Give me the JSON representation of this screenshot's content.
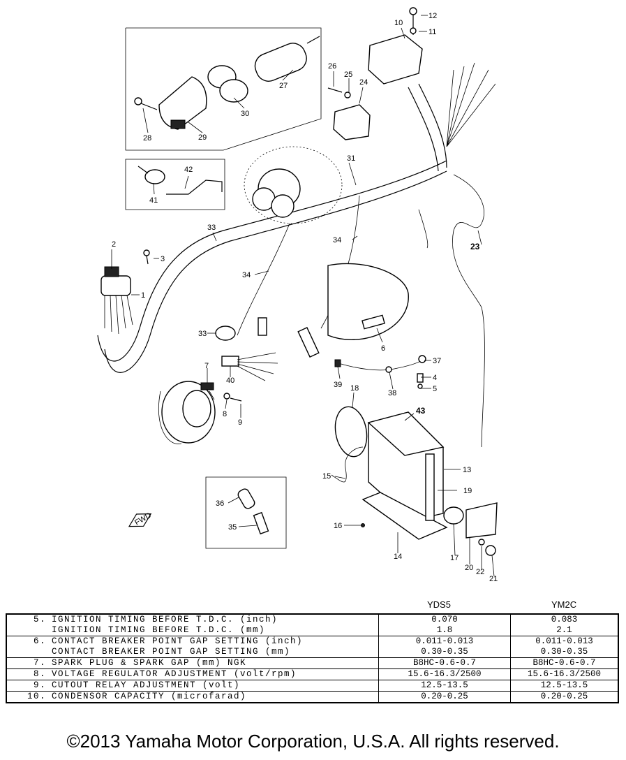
{
  "diagram": {
    "part_numbers": [
      "1",
      "2",
      "3",
      "4",
      "5",
      "6",
      "7",
      "8",
      "9",
      "10",
      "11",
      "12",
      "13",
      "14",
      "15",
      "16",
      "17",
      "18",
      "19",
      "20",
      "21",
      "22",
      "23",
      "24",
      "25",
      "26",
      "27",
      "28",
      "29",
      "30",
      "31",
      "33",
      "34",
      "34",
      "35",
      "36",
      "37",
      "38",
      "39",
      "40",
      "41",
      "42",
      "43"
    ],
    "fwd_mark": "FWD"
  },
  "table": {
    "columns": [
      "YDS5",
      "YM2C"
    ],
    "rows": [
      {
        "num": "5.",
        "name": "IGNITION TIMING BEFORE T.D.C. (inch)",
        "yds5": "0.070",
        "ym2c": "0.083"
      },
      {
        "num": "",
        "name": "IGNITION TIMING BEFORE T.D.C. (mm)",
        "yds5": "1.8",
        "ym2c": "2.1"
      },
      {
        "num": "6.",
        "name": "CONTACT BREAKER POINT GAP SETTING (inch)",
        "yds5": "0.011-0.013",
        "ym2c": "0.011-0.013"
      },
      {
        "num": "",
        "name": "CONTACT BREAKER POINT GAP SETTING (mm)",
        "yds5": "0.30-0.35",
        "ym2c": "0.30-0.35"
      },
      {
        "num": "7.",
        "name": "SPARK PLUG & SPARK GAP (mm)  NGK",
        "yds5": "B8HC-0.6-0.7",
        "ym2c": "B8HC-0.6-0.7"
      },
      {
        "num": "8.",
        "name": "VOLTAGE REGULATOR ADJUSTMENT (volt/rpm)",
        "yds5": "15.6-16.3/2500",
        "ym2c": "15.6-16.3/2500"
      },
      {
        "num": "9.",
        "name": "CUTOUT RELAY ADJUSTMENT (volt)",
        "yds5": "12.5-13.5",
        "ym2c": "12.5-13.5"
      },
      {
        "num": "10.",
        "name": "CONDENSOR CAPACITY (microfarad)",
        "yds5": "0.20-0.25",
        "ym2c": "0.20-0.25"
      }
    ]
  },
  "footer": {
    "copyright": "©2013 Yamaha Motor Corporation, U.S.A. All rights reserved."
  }
}
